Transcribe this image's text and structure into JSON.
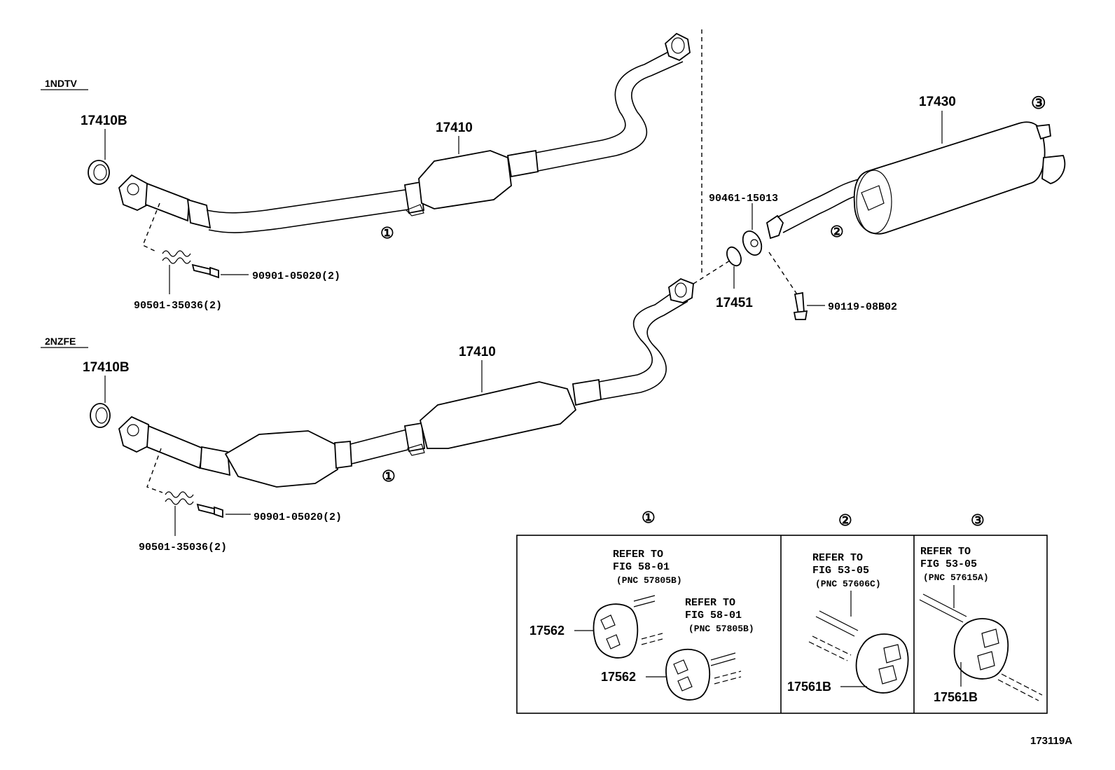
{
  "variants": {
    "top": {
      "engine": "1NDTV",
      "gasket": "17410B",
      "pipe": "17410",
      "hanger_ref": "①",
      "spring": "90501-35036(2)",
      "bolt": "90901-05020(2)"
    },
    "bottom": {
      "engine": "2NZFE",
      "gasket": "17410B",
      "pipe": "17410",
      "hanger_ref": "①",
      "spring": "90501-35036(2)",
      "bolt": "90901-05020(2)"
    }
  },
  "rear": {
    "muffler": "17430",
    "muffler_ref": "③",
    "tailpipe_ref": "②",
    "gasket": "90461-15013",
    "ring": "17451",
    "bolt": "90119-08B02"
  },
  "detail_boxes": [
    {
      "marker": "①",
      "refer_lines": [
        "REFER TO",
        "FIG 58-01",
        "(PNC 57805B)"
      ],
      "refer2_lines": [
        "REFER TO",
        "FIG 58-01",
        "(PNC 57805B)"
      ],
      "parts": [
        "17562",
        "17562"
      ]
    },
    {
      "marker": "②",
      "refer_lines": [
        "REFER TO",
        "FIG 53-05",
        "(PNC 57606C)"
      ],
      "parts": [
        "17561B"
      ]
    },
    {
      "marker": "③",
      "refer_lines": [
        "REFER TO",
        "FIG 53-05",
        "(PNC 57615A)"
      ],
      "parts": [
        "17561B"
      ]
    }
  ],
  "figure_id": "173119A"
}
